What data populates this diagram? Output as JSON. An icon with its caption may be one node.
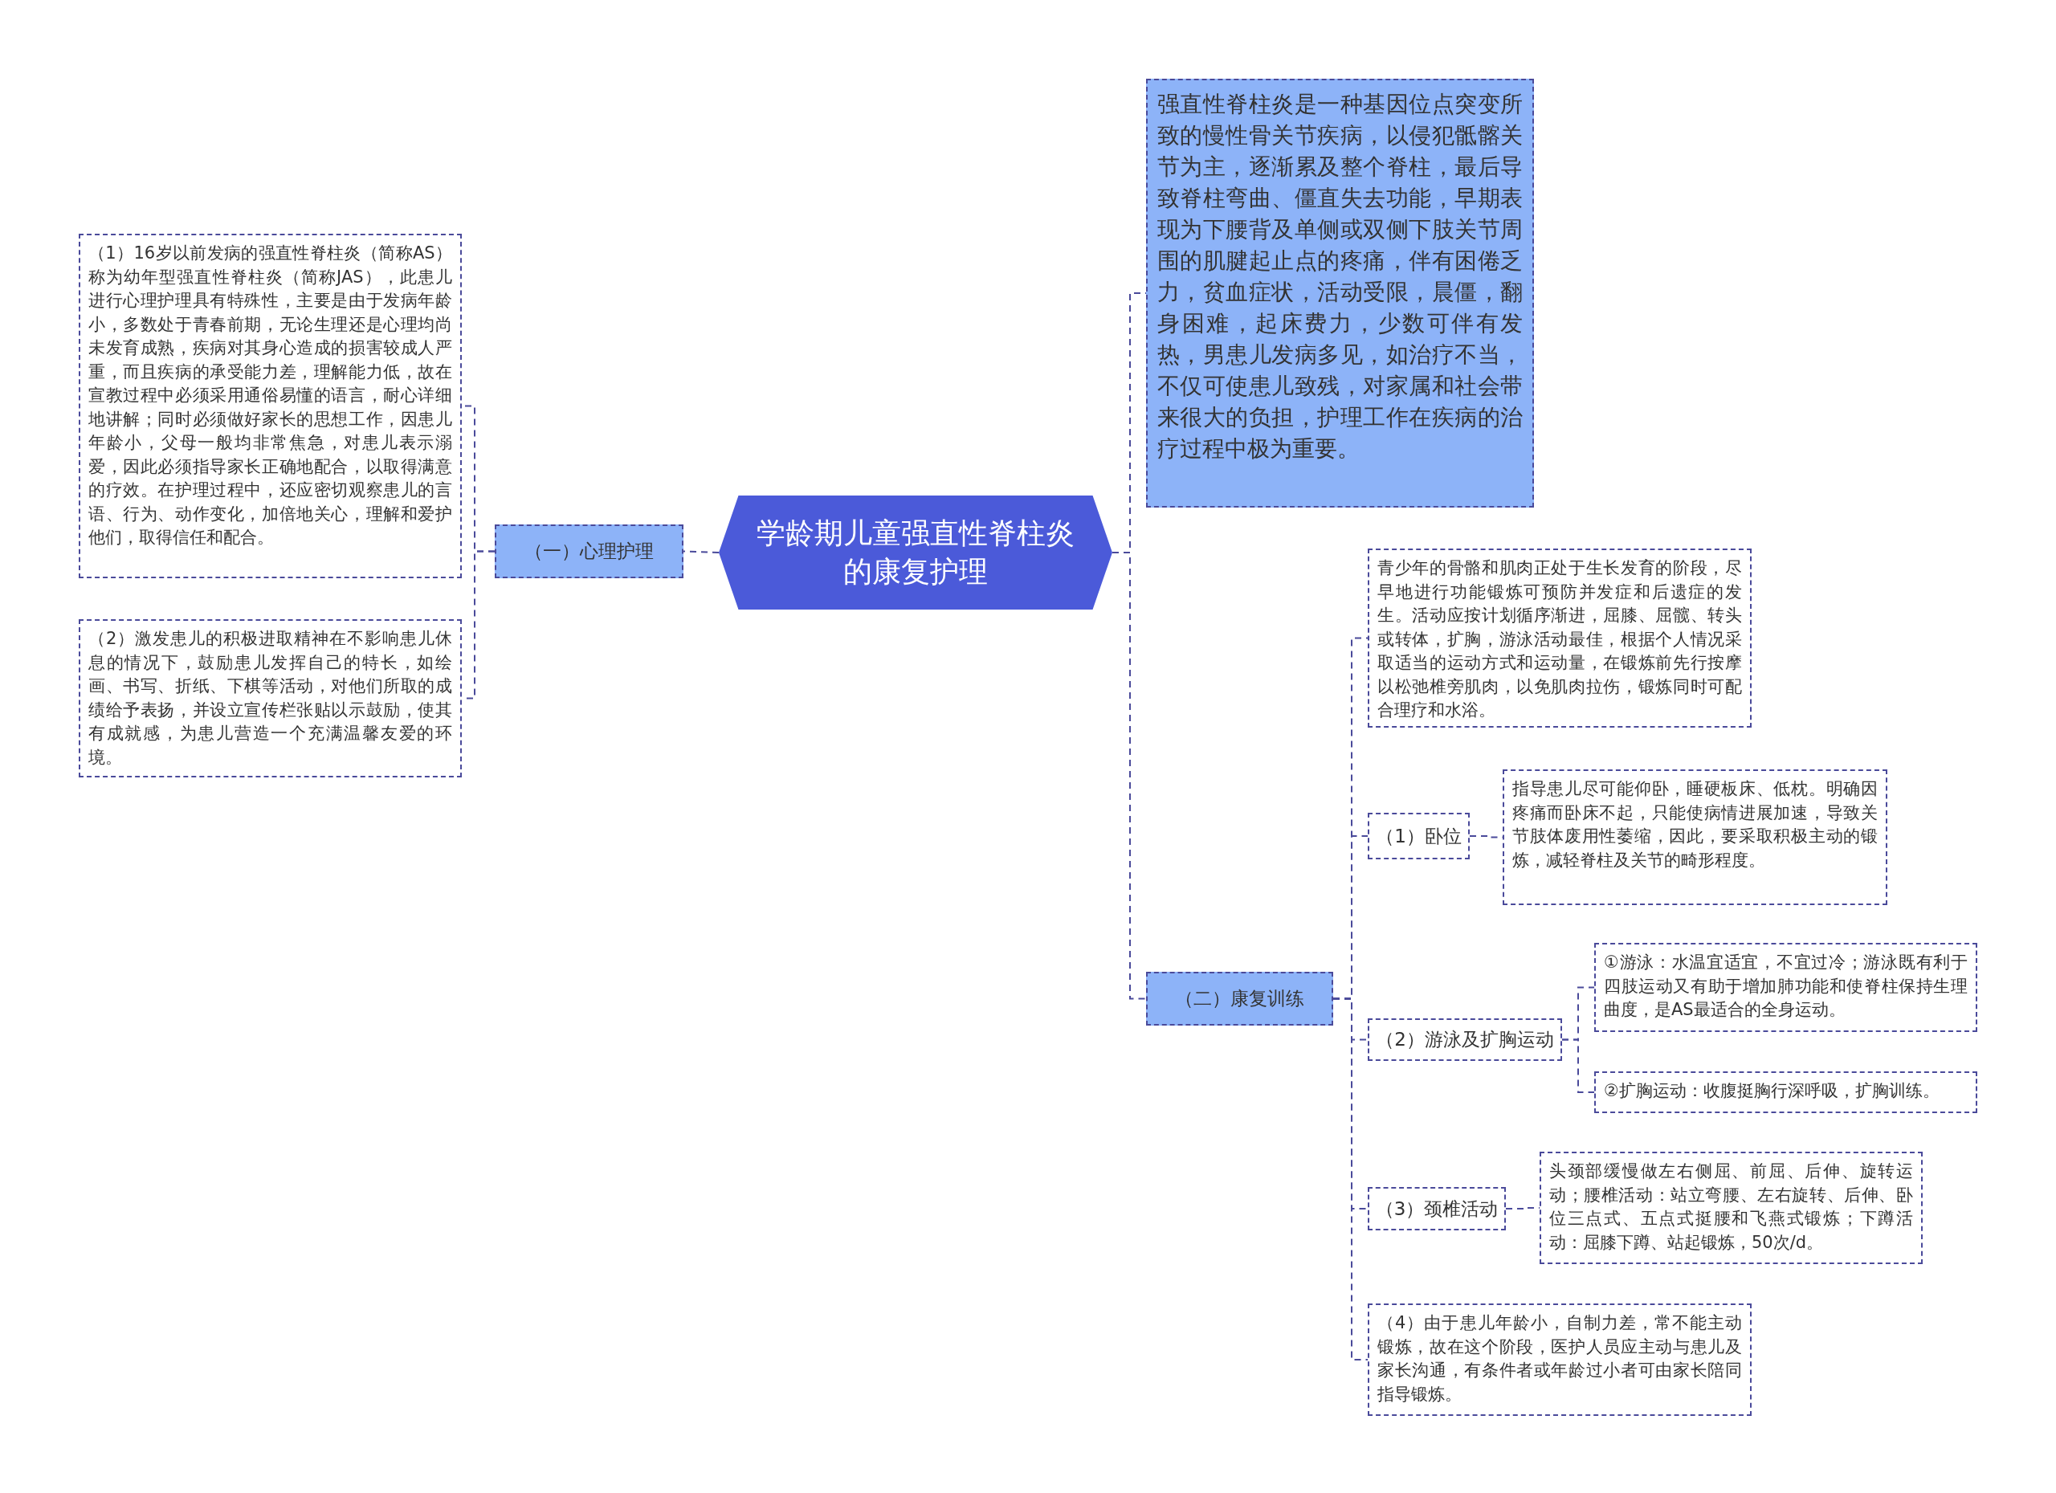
{
  "diagram": {
    "nodes": [
      {
        "text": [
          "学龄期儿童强直性脊柱炎的康复护理"
        ]
      },
      {
        "text": [
          "（一）心理护理"
        ]
      },
      {
        "text": [
          "（1）16岁以前发病的强直性脊柱炎（简称AS）称为幼年型强直性脊柱炎（简称JAS），此患儿进行心理护理具有特殊性，主要是由于发病年龄小，多数处于青春前期，无论生理还是心理均尚未发育成熟，疾病对其身心造成的损害较成人严重，而且疾病的承受能力差，理解能力低，故在宣教过程中必须采用通俗易懂的语言，耐心详细地讲解；同时必须做好家长的思想工作，因患儿年龄小，父母一般均非常焦急，对患儿表示溺爱，因此必须指导家长正确地配合，以取得满意的疗效。在护理过程中，还应密切观察患儿的言语、行为、动作变化，加倍地关心，理解和爱护他们，取得信任和配合。"
        ]
      },
      {
        "text": [
          "（2）激发患儿的积极进取精神在不影响患儿休息的情况下，鼓励患儿发挥自己的特长，如绘画、书写、折纸、下棋等活动，对他们所取的成绩给予表扬，并设立宣传栏张贴以示鼓励，使其有成就感，为患儿营造一个充满温馨友爱的环境。"
        ]
      },
      {
        "text": [
          "强直性脊柱炎是一种基因位点突变所致的慢性骨关节疾病，以侵犯骶髂关节为主，逐渐累及整个脊柱，最后导致脊柱弯曲、僵直失去功能，早期表现为下腰背及单侧或双侧下肢关节周围的肌腱起止点的疼痛，伴有困倦乏力，贫血症状，活动受限，晨僵，翻身困难，起床费力，少数可伴有发热，男患儿发病多见，如治疗不当，不仅可使患儿致残，对家属和社会带来很大的负担，护理工作在疾病的治疗过程中极为重要。"
        ]
      },
      {
        "text": [
          "（二）康复训练"
        ]
      },
      {
        "text": [
          "青少年的骨骼和肌肉正处于生长发育的阶段，尽早地进行功能锻炼可预防并发症和后遗症的发生。活动应按计划循序渐进，屈膝、屈髋、转头或转体，扩胸，游泳活动最佳，根据个人情况采取适当的运动方式和运动量，在锻炼前先行按摩以松弛椎旁肌肉，以免肌肉拉伤，锻炼同时可配合理疗和水浴。"
        ]
      },
      {
        "text": [
          "（1）卧位"
        ]
      },
      {
        "text": [
          "指导患儿尽可能仰卧，睡硬板床、低枕。明确因疼痛而卧床不起，只能使病情进展加速，导致关节肢体废用性萎缩，因此，要采取积极主动的锻炼，减轻脊柱及关节的畸形程度。"
        ]
      },
      {
        "text": [
          "（2）游泳及扩胸运动"
        ]
      },
      {
        "text": [
          "①游泳：水温宜适宜，不宜过冷；游泳既有利于四肢运动又有助于增加肺功能和使脊柱保持生理曲度，是AS最适合的全身运动。"
        ]
      },
      {
        "text": [
          "②扩胸运动：收腹挺胸行深呼吸，扩胸训练。"
        ]
      },
      {
        "text": [
          "（3）颈椎活动"
        ]
      },
      {
        "text": [
          "头颈部缓慢做左右侧屈、前屈、后伸、旋转运动；腰椎活动：站立弯腰、左右旋转、后伸、卧位三点式、五点式挺腰和飞燕式锻炼；下蹲活动：屈膝下蹲、站起锻炼，50次/d。"
        ]
      },
      {
        "text": [
          "（4）由于患儿年龄小，自制力差，常不能主动锻炼，故在这个阶段，医护人员应主动与患儿及家长沟通，有条件者或年龄过小者可由家长陪同指导锻炼。"
        ]
      }
    ],
    "edges": [
      {
        "from": 0,
        "to": 1,
        "arrow": "none",
        "style": "dashed"
      },
      {
        "from": 1,
        "to": 2,
        "arrow": "none",
        "style": "dashed"
      },
      {
        "from": 1,
        "to": 3,
        "arrow": "none",
        "style": "dashed"
      },
      {
        "from": 0,
        "to": 4,
        "arrow": "none",
        "style": "dashed"
      },
      {
        "from": 0,
        "to": 5,
        "arrow": "none",
        "style": "dashed"
      },
      {
        "from": 5,
        "to": 6,
        "arrow": "none",
        "style": "dashed"
      },
      {
        "from": 5,
        "to": 7,
        "arrow": "none",
        "style": "dashed"
      },
      {
        "from": 7,
        "to": 8,
        "arrow": "none",
        "style": "dashed"
      },
      {
        "from": 5,
        "to": 9,
        "arrow": "none",
        "style": "dashed"
      },
      {
        "from": 9,
        "to": 10,
        "arrow": "none",
        "style": "dashed"
      },
      {
        "from": 9,
        "to": 11,
        "arrow": "none",
        "style": "dashed"
      },
      {
        "from": 5,
        "to": 12,
        "arrow": "none",
        "style": "dashed"
      },
      {
        "from": 12,
        "to": 13,
        "arrow": "none",
        "style": "dashed"
      },
      {
        "from": 5,
        "to": 14,
        "arrow": "none",
        "style": "dashed"
      }
    ]
  }
}
